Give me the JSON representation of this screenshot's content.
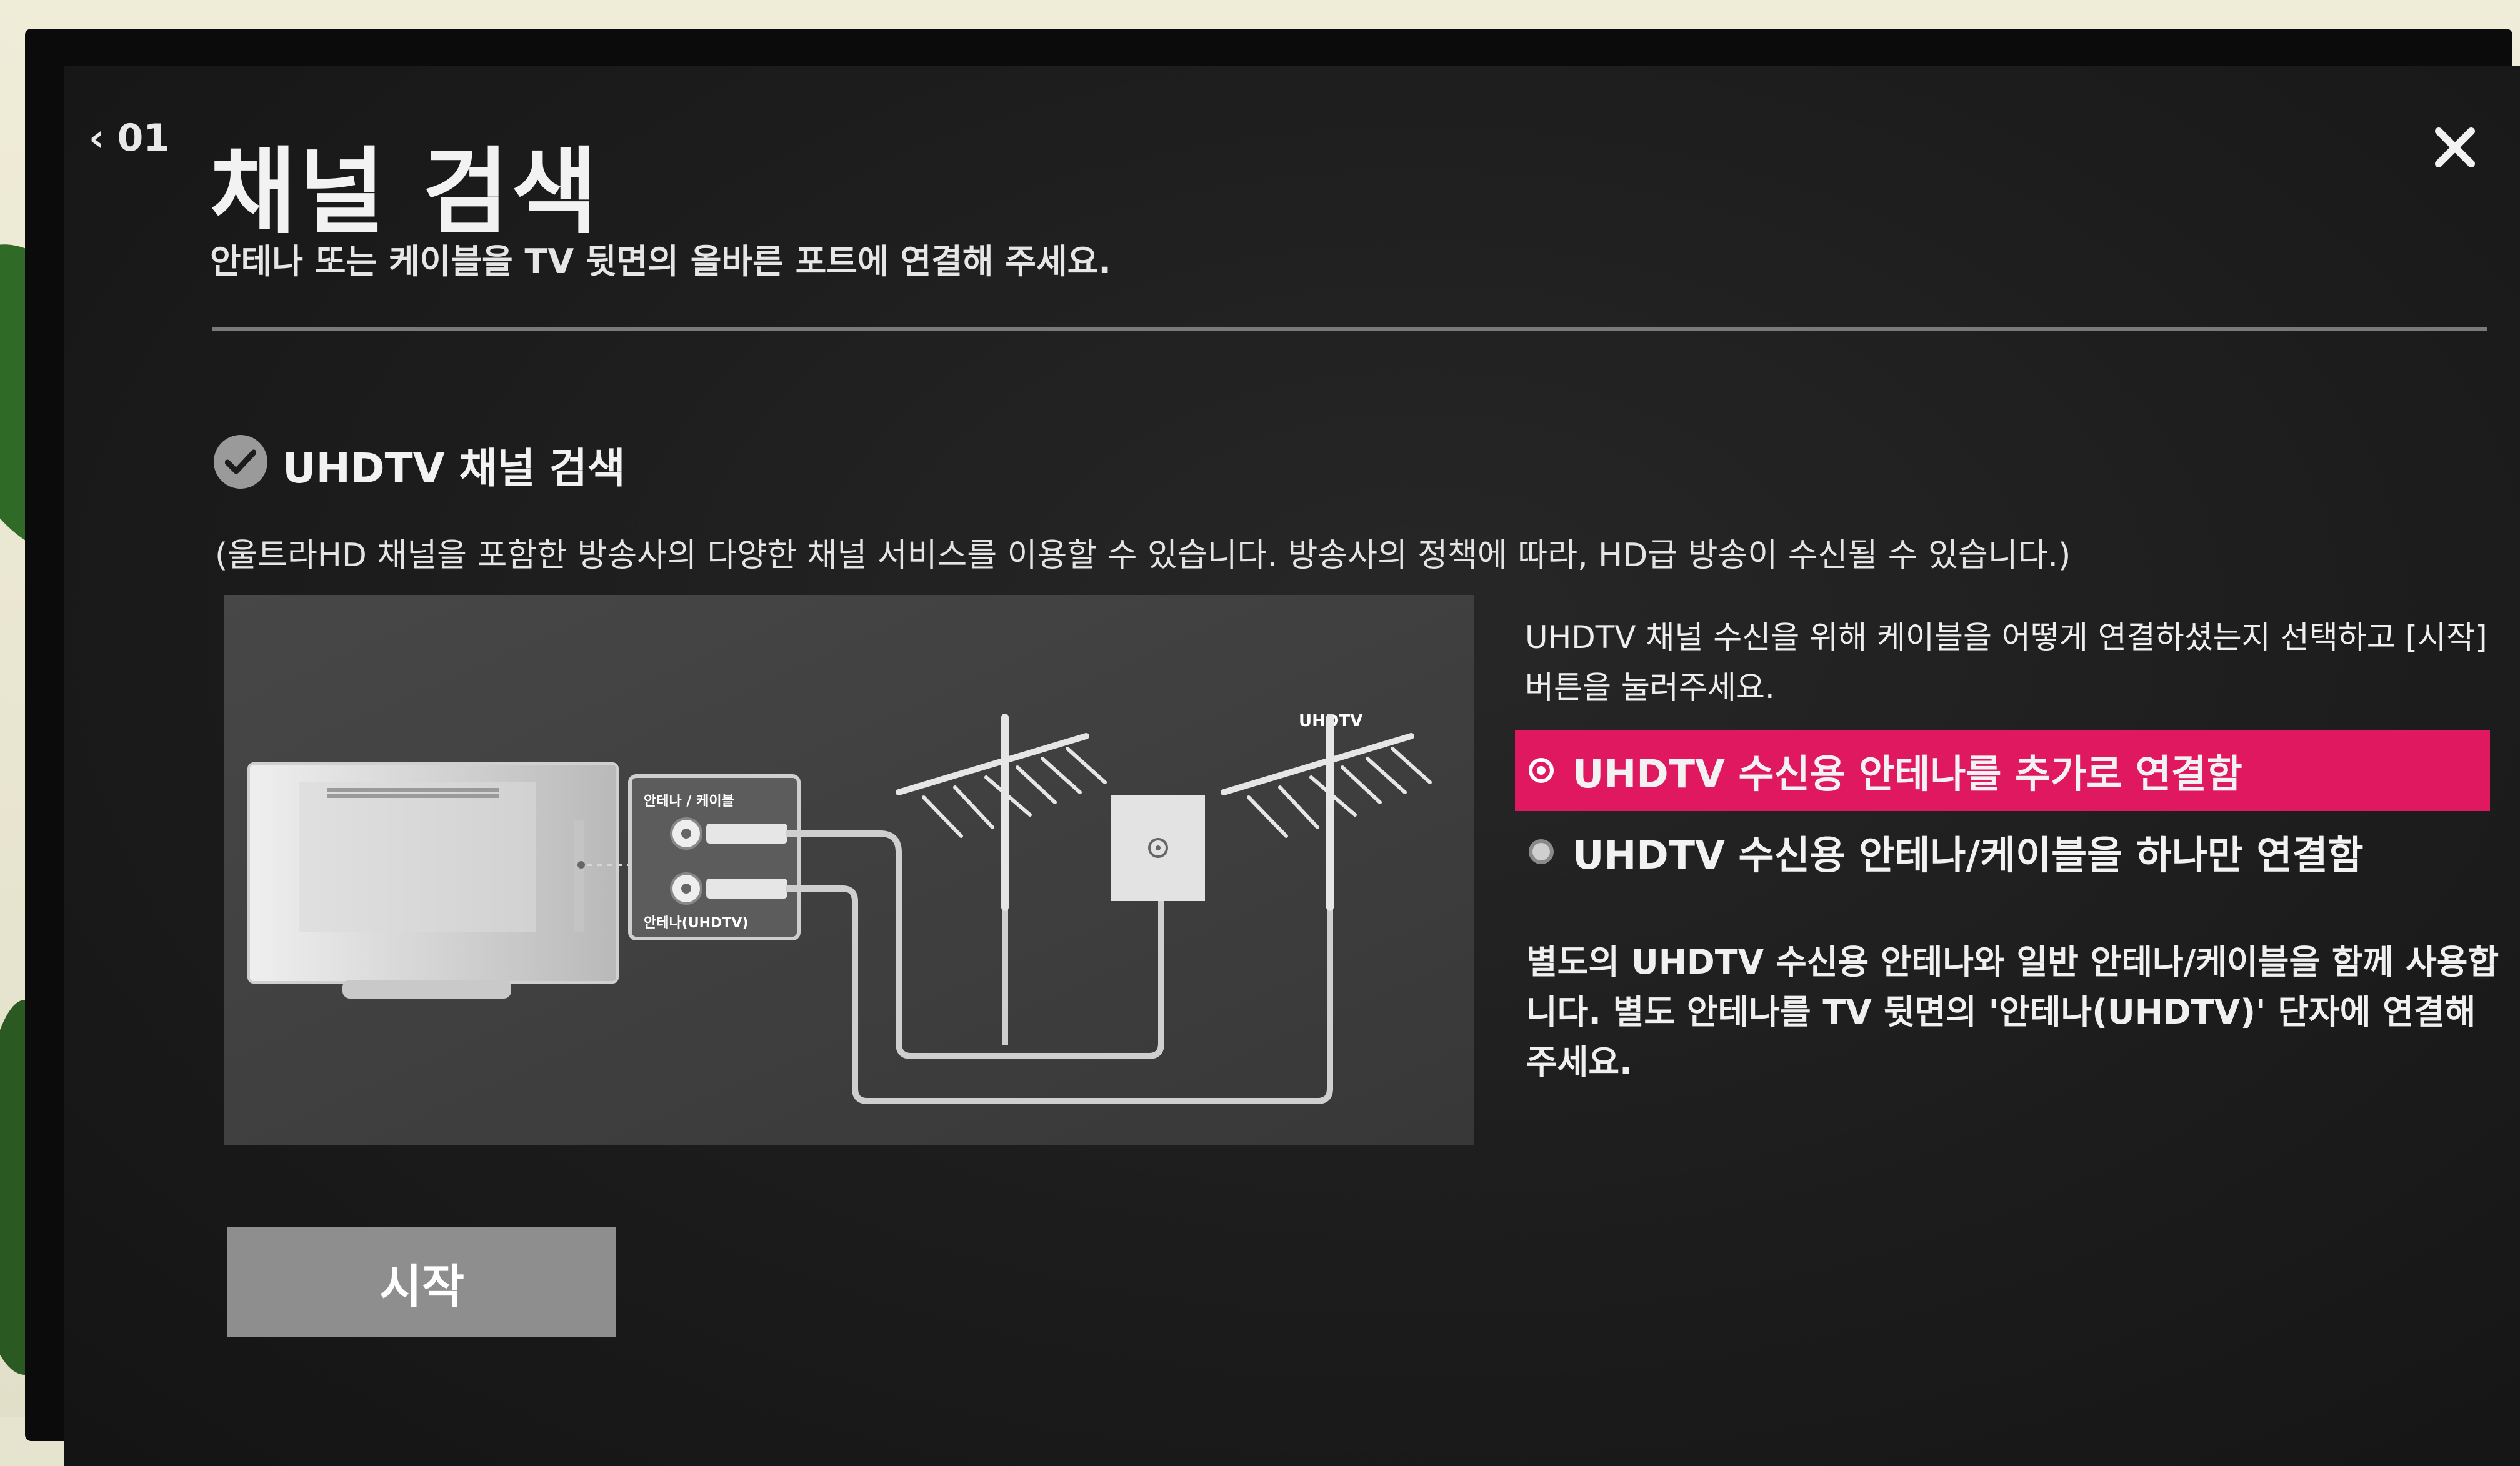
{
  "header": {
    "step": "‹ 01",
    "title": "채널 검색",
    "subtitle": "안테나 또는 케이블을 TV 뒷면의 올바른 포트에 연결해 주세요."
  },
  "section": {
    "checked": true,
    "title": "UHDTV 채널 검색",
    "description": "(울트라HD 채널을 포함한 방송사의 다양한 채널 서비스를 이용할 수 있습니다. 방송사의 정책에 따라, HD급 방송이 수신될 수 있습니다.)"
  },
  "diagram": {
    "port_label_top": "안테나 / 케이블",
    "port_label_bottom": "안테나(UHDTV)",
    "antenna_label": "UHDTV"
  },
  "instruction": "UHDTV 채널 수신을 위해 케이블을 어떻게 연결하셨는지 선택하고 [시작] 버튼을 눌러주세요.",
  "options": [
    {
      "label": "UHDTV 수신용 안테나를 추가로 연결함",
      "selected": true
    },
    {
      "label": "UHDTV 수신용 안테나/케이블을 하나만 연결함",
      "selected": false
    }
  ],
  "option_description": "별도의 UHDTV 수신용 안테나와 일반 안테나/케이블을 함께 사용합니다. 별도 안테나를 TV 뒷면의 '안테나(UHDTV)' 단자에 연결해 주세요.",
  "start_button": "시작",
  "colors": {
    "accent": "#e0185f",
    "screen_bg": "#1c1c1c",
    "button_bg": "#8e8e8e"
  },
  "icons": {
    "back": "chevron-left-icon",
    "close": "close-icon",
    "check": "check-circle-icon",
    "radio": "radio-icon"
  }
}
